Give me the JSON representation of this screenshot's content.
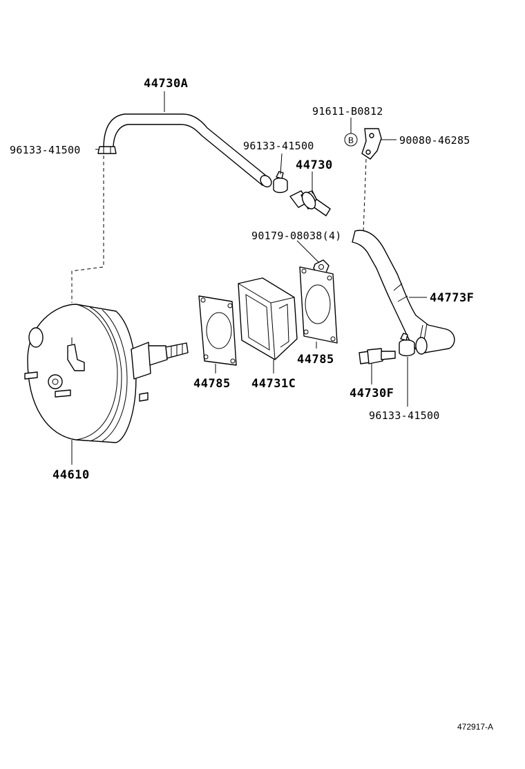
{
  "diagram": {
    "reference_code": "472917-A",
    "callouts": {
      "hose_upper": "44730A",
      "clamp_left": "96133-41500",
      "clamp_mid": "96133-41500",
      "check_valve": "44730",
      "bolt_b": "91611-B0812",
      "b_marker": "B",
      "clip": "90080-46285",
      "nut": "90179-08038(4)",
      "hose_lower": "44773F",
      "gasket_left": "44785",
      "spacer": "44731C",
      "gasket_right": "44785",
      "union_lower": "44730F",
      "clamp_lower": "96133-41500",
      "booster": "44610"
    }
  }
}
